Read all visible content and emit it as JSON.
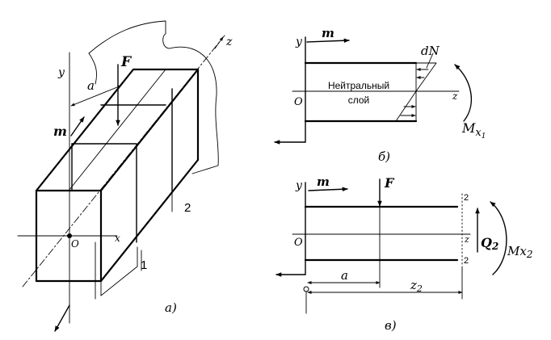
{
  "diagram_a": {
    "axis_y": "y",
    "axis_z": "z",
    "axis_x": "x",
    "origin": "O",
    "dim_a": "a",
    "moment_m": "m",
    "force_F": "F",
    "section_1": "1",
    "section_2": "2",
    "caption": "а)"
  },
  "diagram_b": {
    "axis_y": "y",
    "axis_z": "z",
    "origin": "O",
    "moment_m": "m",
    "force_dN": "dN",
    "neutral_layer_line1": "Нейтральный",
    "neutral_layer_line2": "слой",
    "moment_Mx": "M",
    "moment_Mx_sub": "x",
    "moment_Mx_subsub": "1",
    "caption": "б)"
  },
  "diagram_v": {
    "axis_y": "y",
    "axis_z": "z",
    "origin": "O",
    "moment_m": "m",
    "force_F": "F",
    "dim_a": "a",
    "dim_z": "z",
    "dim_z_sub": "2",
    "shear_Q": "Q",
    "shear_Q_sub": "2",
    "moment_Mx": "Mx",
    "moment_Mx_sub": "2",
    "section_top": "2",
    "section_bottom": "2",
    "caption": "в)"
  }
}
